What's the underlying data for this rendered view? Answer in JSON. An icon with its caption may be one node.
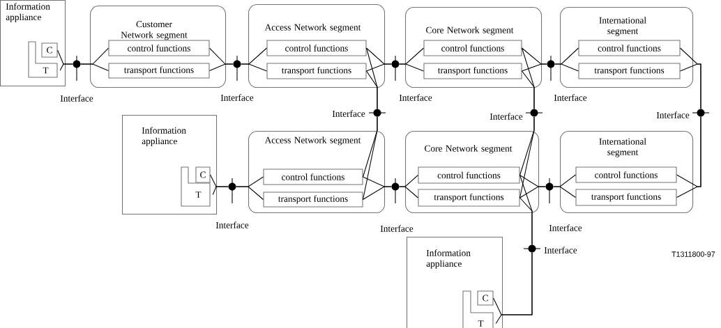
{
  "diagram": {
    "nodes": [
      {
        "text": [
          "Information appliance"
        ]
      },
      {
        "text": [
          "C"
        ],
        "in": 0
      },
      {
        "text": [
          "T"
        ],
        "in": 0
      },
      {
        "text": [],
        "shape": "circle",
        "beside": [
          "Interface"
        ]
      },
      {
        "text": [
          "Customer Network segment"
        ]
      },
      {
        "text": [
          "control functions"
        ],
        "in": 4
      },
      {
        "text": [
          "transport functions"
        ],
        "in": 4
      },
      {
        "text": [],
        "shape": "circle",
        "beside": [
          "Interface"
        ]
      },
      {
        "text": [
          "Access Network segment"
        ]
      },
      {
        "text": [
          "control functions"
        ],
        "in": 8
      },
      {
        "text": [
          "transport functions"
        ],
        "in": 8
      },
      {
        "text": [],
        "shape": "circle",
        "beside": [
          "Interface"
        ]
      },
      {
        "text": [
          "Core Network segment"
        ]
      },
      {
        "text": [
          "control functions"
        ],
        "in": 12
      },
      {
        "text": [
          "transport functions"
        ],
        "in": 12
      },
      {
        "text": [],
        "shape": "circle",
        "beside": [
          "Interface"
        ]
      },
      {
        "text": [
          "International segment"
        ]
      },
      {
        "text": [
          "control functions"
        ],
        "in": 16
      },
      {
        "text": [
          "transport functions"
        ],
        "in": 16
      },
      {
        "text": [],
        "shape": "circle",
        "beside": [
          "Interface"
        ]
      },
      {
        "text": [],
        "shape": "circle",
        "beside": [
          "Interface"
        ]
      },
      {
        "text": [],
        "shape": "circle",
        "beside": [
          "Interface"
        ]
      },
      {
        "text": [
          "Information appliance"
        ]
      },
      {
        "text": [
          "C"
        ],
        "in": 22
      },
      {
        "text": [
          "T"
        ],
        "in": 22
      },
      {
        "text": [],
        "shape": "circle",
        "beside": [
          "Interface"
        ]
      },
      {
        "text": [
          "Access Network segment"
        ]
      },
      {
        "text": [
          "control functions"
        ],
        "in": 26
      },
      {
        "text": [
          "transport functions"
        ],
        "in": 26
      },
      {
        "text": [],
        "shape": "circle",
        "beside": [
          "Interface"
        ]
      },
      {
        "text": [
          "Core Network segment"
        ]
      },
      {
        "text": [
          "control functions"
        ],
        "in": 30
      },
      {
        "text": [
          "transport functions"
        ],
        "in": 30
      },
      {
        "text": [],
        "shape": "circle",
        "beside": [
          "Interface"
        ]
      },
      {
        "text": [
          "International segment"
        ]
      },
      {
        "text": [
          "control functions"
        ],
        "in": 34
      },
      {
        "text": [
          "transport functions"
        ],
        "in": 34
      },
      {
        "text": [],
        "shape": "circle",
        "beside": [
          "Interface"
        ]
      },
      {
        "text": [
          "Information appliance"
        ]
      },
      {
        "text": [
          "C"
        ],
        "in": 38
      },
      {
        "text": [
          "T"
        ],
        "in": 38
      }
    ],
    "edges": [
      {
        "from": 1,
        "to": 3,
        "arrow": "none"
      },
      {
        "from": 2,
        "to": 3,
        "arrow": "none"
      },
      {
        "from": 3,
        "to": 5,
        "arrow": "none"
      },
      {
        "from": 3,
        "to": 6,
        "arrow": "none"
      },
      {
        "from": 5,
        "to": 7,
        "arrow": "none"
      },
      {
        "from": 6,
        "to": 7,
        "arrow": "none"
      },
      {
        "from": 7,
        "to": 9,
        "arrow": "none"
      },
      {
        "from": 7,
        "to": 10,
        "arrow": "none"
      },
      {
        "from": 9,
        "to": 11,
        "arrow": "none"
      },
      {
        "from": 10,
        "to": 11,
        "arrow": "none"
      },
      {
        "from": 11,
        "to": 13,
        "arrow": "none"
      },
      {
        "from": 11,
        "to": 14,
        "arrow": "none"
      },
      {
        "from": 13,
        "to": 15,
        "arrow": "none"
      },
      {
        "from": 14,
        "to": 15,
        "arrow": "none"
      },
      {
        "from": 15,
        "to": 17,
        "arrow": "none"
      },
      {
        "from": 15,
        "to": 18,
        "arrow": "none"
      },
      {
        "from": 17,
        "to": 21,
        "arrow": "none"
      },
      {
        "from": 18,
        "to": 21,
        "arrow": "none"
      },
      {
        "from": 9,
        "to": 19,
        "arrow": "none"
      },
      {
        "from": 10,
        "to": 19,
        "arrow": "none"
      },
      {
        "from": 19,
        "to": 27,
        "arrow": "none"
      },
      {
        "from": 19,
        "to": 28,
        "arrow": "none"
      },
      {
        "from": 13,
        "to": 20,
        "arrow": "none"
      },
      {
        "from": 14,
        "to": 20,
        "arrow": "none"
      },
      {
        "from": 20,
        "to": 31,
        "arrow": "none"
      },
      {
        "from": 20,
        "to": 32,
        "arrow": "none"
      },
      {
        "from": 21,
        "to": 35,
        "arrow": "none"
      },
      {
        "from": 21,
        "to": 36,
        "arrow": "none"
      },
      {
        "from": 23,
        "to": 25,
        "arrow": "none"
      },
      {
        "from": 24,
        "to": 25,
        "arrow": "none"
      },
      {
        "from": 25,
        "to": 27,
        "arrow": "none"
      },
      {
        "from": 25,
        "to": 28,
        "arrow": "none"
      },
      {
        "from": 27,
        "to": 29,
        "arrow": "none"
      },
      {
        "from": 28,
        "to": 29,
        "arrow": "none"
      },
      {
        "from": 29,
        "to": 31,
        "arrow": "none"
      },
      {
        "from": 29,
        "to": 32,
        "arrow": "none"
      },
      {
        "from": 31,
        "to": 33,
        "arrow": "none"
      },
      {
        "from": 32,
        "to": 33,
        "arrow": "none"
      },
      {
        "from": 33,
        "to": 35,
        "arrow": "none"
      },
      {
        "from": 33,
        "to": 36,
        "arrow": "none"
      },
      {
        "from": 31,
        "to": 37,
        "arrow": "none"
      },
      {
        "from": 32,
        "to": 37,
        "arrow": "none"
      },
      {
        "from": 37,
        "to": 39,
        "arrow": "none"
      },
      {
        "from": 37,
        "to": 40,
        "arrow": "none"
      }
    ],
    "labels": [
      "T1311800-97"
    ]
  }
}
